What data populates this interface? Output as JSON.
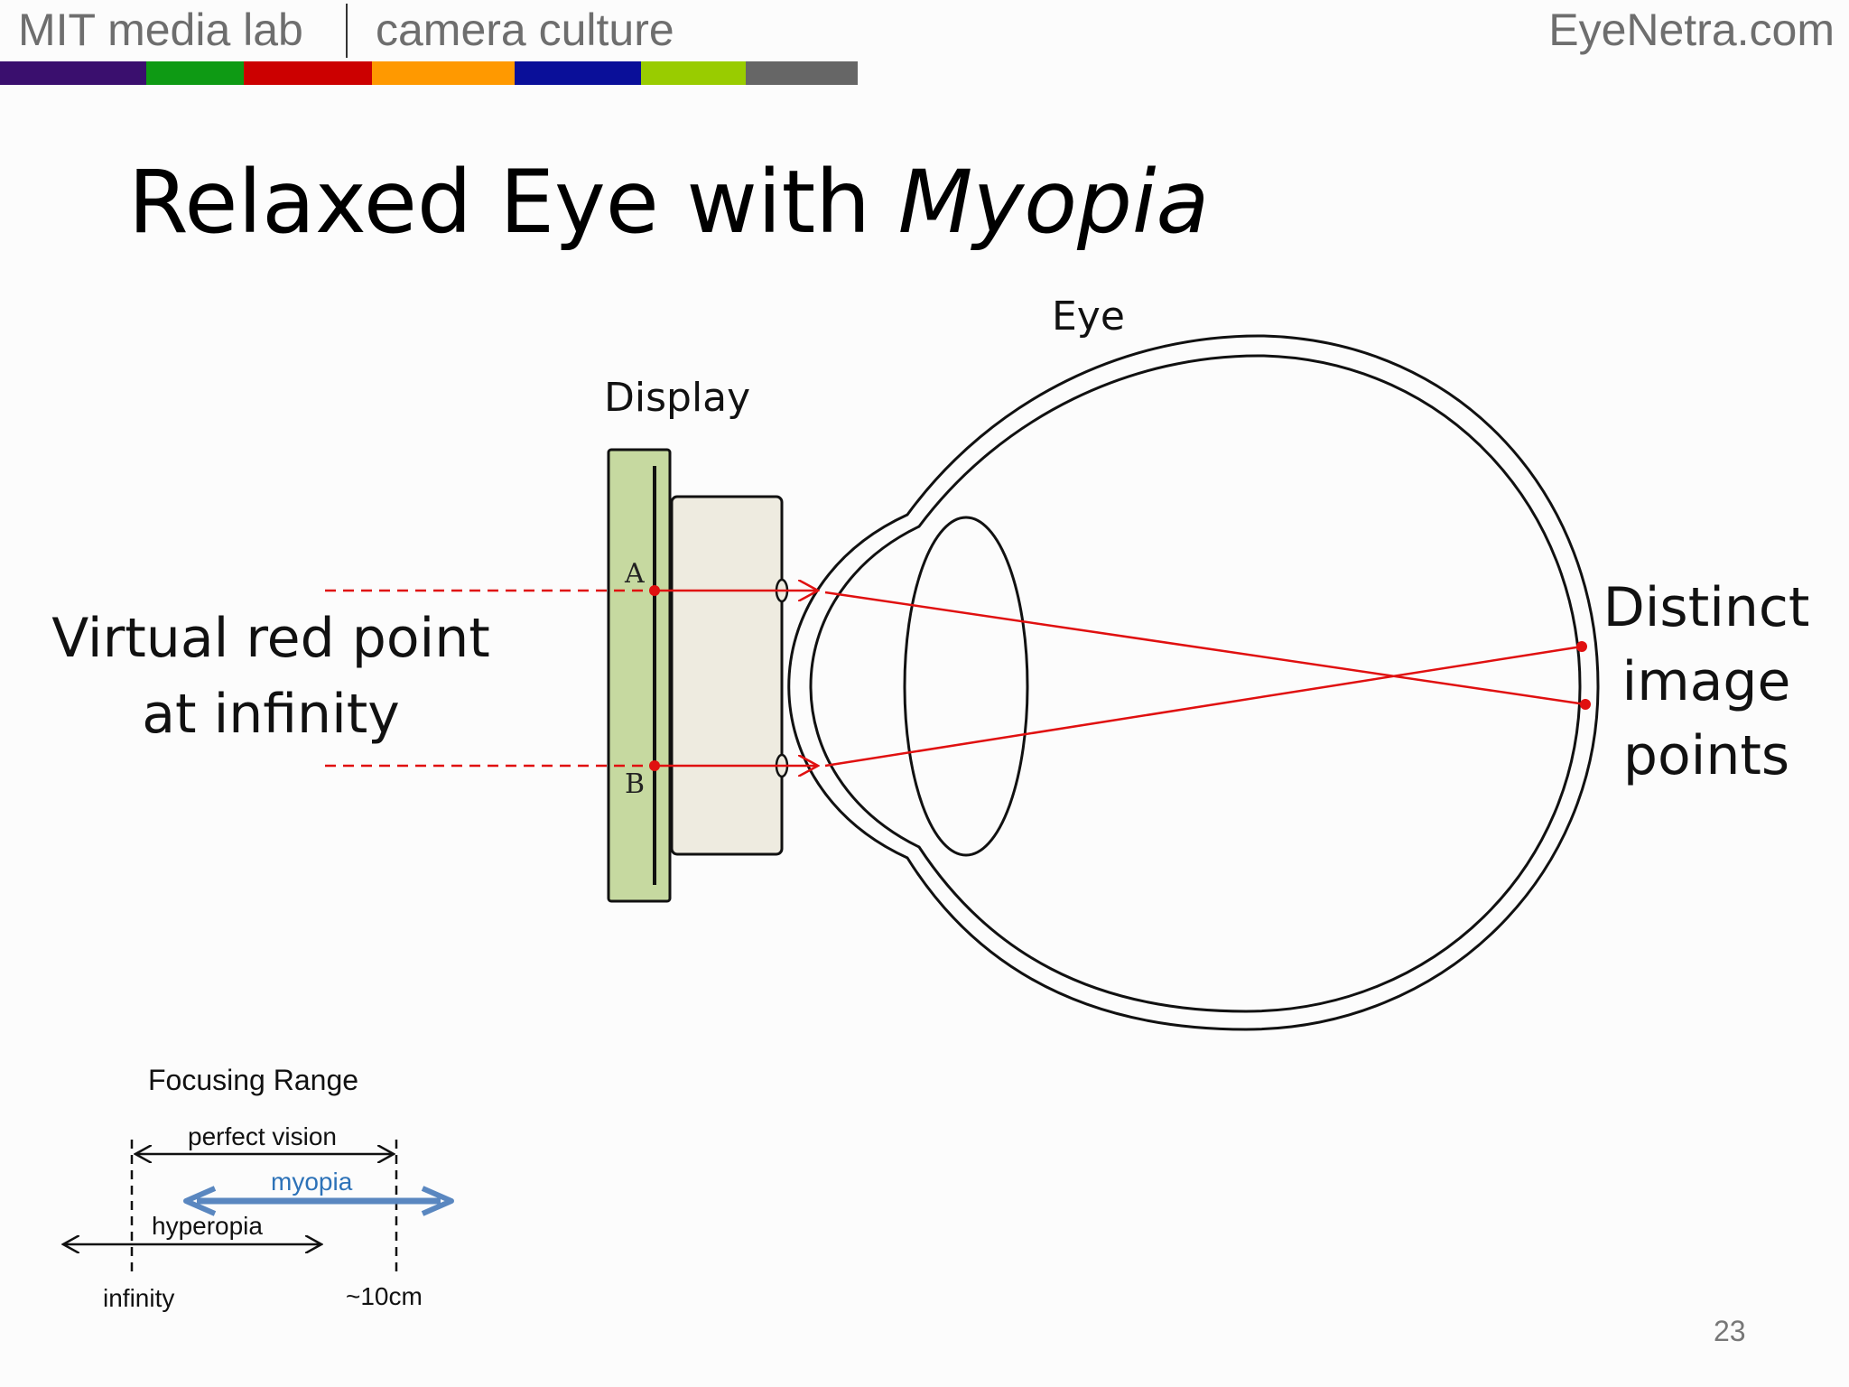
{
  "header": {
    "left_text": "MIT media lab",
    "middle_text": "camera culture",
    "right_text": "EyeNetra.com",
    "colorbar": [
      "#3a0f6e",
      "#0e9a14",
      "#cc0000",
      "#ff9900",
      "#0a0f99",
      "#99cc00",
      "#666666"
    ]
  },
  "slide": {
    "title_main": "Relaxed Eye with ",
    "title_italic": "Myopia",
    "page_number": "23"
  },
  "diagram": {
    "eye_label": "Eye",
    "display_label": "Display",
    "point_a_label": "A",
    "point_b_label": "B",
    "virtual_point_line1": "Virtual red point",
    "virtual_point_line2": "at infinity",
    "distinct_line1": "Distinct",
    "distinct_line2": "image",
    "distinct_line3": "points",
    "ray_color": "#e01010",
    "display_color": "#c6d9a0"
  },
  "focusing_range": {
    "title": "Focusing Range",
    "perfect_vision": "perfect vision",
    "myopia": "myopia",
    "hyperopia": "hyperopia",
    "infinity": "infinity",
    "near": "~10cm",
    "myopia_color": "#5a87c0"
  }
}
